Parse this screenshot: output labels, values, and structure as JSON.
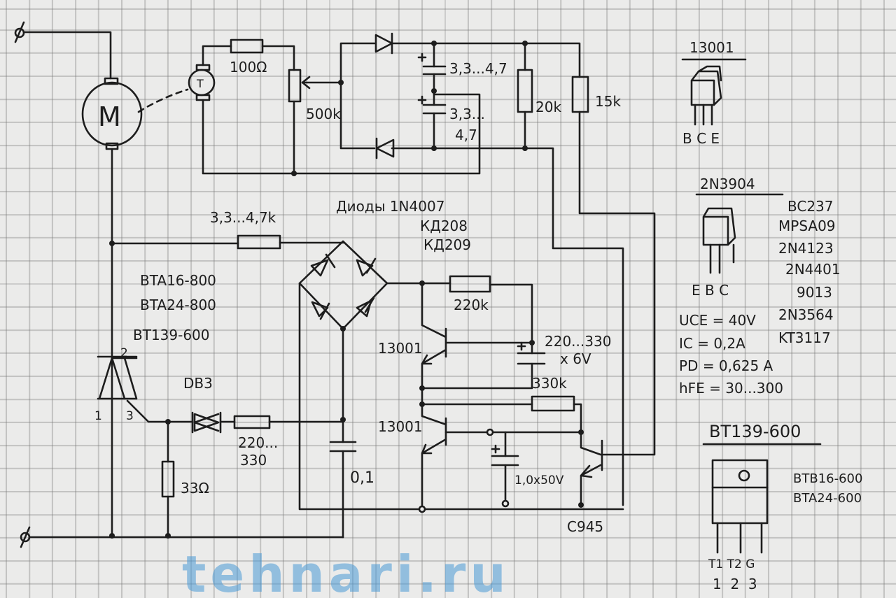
{
  "title": "Motor speed controller with tachogenerator feedback",
  "motor": {
    "label": "M"
  },
  "tacho": {
    "label": "T"
  },
  "labels": {
    "r_100": "100Ω",
    "pot_500k": "500k",
    "c1": "3,3...4,7",
    "c2_a": "3,3...",
    "c2_b": "4,7",
    "r_20k": "20k",
    "r_15k": "15k",
    "diodes_1": "Диоды 1N4007",
    "diodes_2": "КД208",
    "diodes_3": "КД209",
    "r_bridge": "3,3...4,7k",
    "triac_1": "BTA16-800",
    "triac_2": "BTA24-800",
    "triac_3": "BT139-600",
    "triac_pin1": "1",
    "triac_pin2": "2",
    "triac_pin3": "3",
    "diac": "DB3",
    "r_gate_a": "220...",
    "r_gate_b": "330",
    "r_33": "33Ω",
    "c_01": "0,1",
    "r_220k": "220k",
    "q1": "13001",
    "c_timing_a": "220...330",
    "c_timing_b": "x 6V",
    "r_330k": "330k",
    "q2": "13001",
    "c_1uf": "1,0x50V",
    "q3": "C945"
  },
  "reference": {
    "pkg_13001": {
      "title": "13001",
      "pins": "B C E"
    },
    "pkg_2n3904": {
      "title": "2N3904",
      "pins": "E B C",
      "analogs": [
        "BC237",
        "MPSA09",
        "2N4123",
        "2N4401",
        "9013",
        "2N3564",
        "KT3117"
      ],
      "params": [
        "UCE = 40V",
        "IC = 0,2A",
        "PD = 0,625 A",
        "hFE = 30...300"
      ]
    },
    "pkg_bt139": {
      "title": "BT139-600",
      "analogs": [
        "BTB16-600",
        "BTA24-600"
      ],
      "pin_names": "T1 T2 G",
      "pin_numbers": "1  2  3"
    }
  },
  "watermark": "tehnari.ru"
}
